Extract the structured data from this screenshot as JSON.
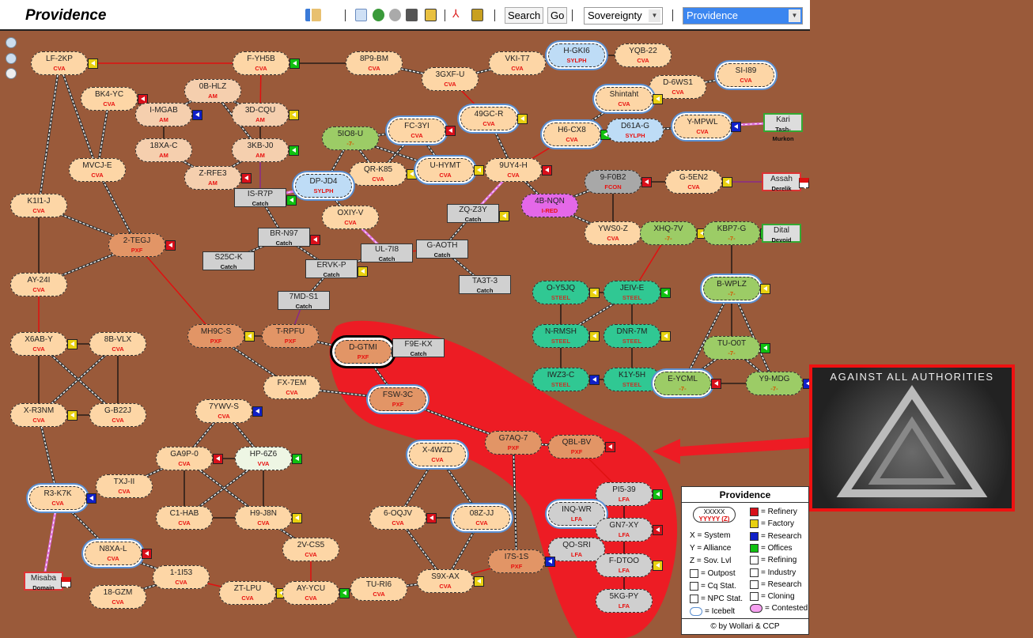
{
  "header": {
    "title": "Providence",
    "search_label": "Search",
    "go_label": "Go",
    "mode_select": "Sovereignty",
    "region_select": "Providence"
  },
  "toolbar_icons": [
    "back-icon",
    "table-icon",
    "list-icon",
    "globe-icon",
    "moon-icon",
    "grid-icon",
    "dotlan-icon",
    "pdf-icon",
    "image-icon"
  ],
  "side_tools": [
    "zoom-in-icon",
    "zoom-out-icon",
    "fit-icon"
  ],
  "colors": {
    "CVA": "#fdd6a6",
    "AM": "#f5cfae",
    "PXF": "#e29566",
    "SYLPH": "#bedcf6",
    "-7-": "#9ccc66",
    "STEEL": "#30c893",
    "LFA": "#cfcfcf",
    "FCON": "#a8a8a8",
    "I-RED": "#e468e8",
    "VVA": "#eef6e4",
    "Catch": "#d0d0d0",
    "refinery": "#d8101a",
    "factory": "#e8d010",
    "research": "#1020c8",
    "offices": "#10c010",
    "region_blob": "#ed1c24"
  },
  "nodes": [
    {
      "n": "LF-2KP",
      "a": "CVA",
      "s": "factory"
    },
    {
      "n": "F-YH5B",
      "a": "CVA",
      "s": "offices"
    },
    {
      "n": "8P9-BM",
      "a": "CVA"
    },
    {
      "n": "3GXF-U",
      "a": "CVA"
    },
    {
      "n": "VKI-T7",
      "a": "CVA"
    },
    {
      "n": "H-GKI6",
      "a": "SYLPH",
      "ice": true
    },
    {
      "n": "YQB-22",
      "a": "CVA"
    },
    {
      "n": "SI-I89",
      "a": "CVA",
      "ice": true
    },
    {
      "n": "D-6WS1",
      "a": "CVA"
    },
    {
      "n": "Shintaht",
      "a": "CVA",
      "s": "factory",
      "ice": true
    },
    {
      "n": "BK4-YC",
      "a": "CVA",
      "s": "refinery"
    },
    {
      "n": "0B-HLZ",
      "a": "AM"
    },
    {
      "n": "I-MGAB",
      "a": "AM",
      "s": "research"
    },
    {
      "n": "3D-CQU",
      "a": "AM",
      "s": "factory"
    },
    {
      "n": "49GC-R",
      "a": "CVA",
      "s": "factory",
      "ice": true
    },
    {
      "n": "H6-CX8",
      "a": "CVA",
      "s": "offices",
      "ice": true
    },
    {
      "n": "D61A-G",
      "a": "SYLPH"
    },
    {
      "n": "Y-MPWL",
      "a": "CVA",
      "s": "research",
      "ice": true
    },
    {
      "n": "5IO8-U",
      "a": "-7-"
    },
    {
      "n": "FC-3YI",
      "a": "CVA",
      "s": "refinery",
      "ice": true
    },
    {
      "n": "18XA-C",
      "a": "AM"
    },
    {
      "n": "3KB-J0",
      "a": "AM",
      "s": "offices"
    },
    {
      "n": "MVCJ-E",
      "a": "CVA"
    },
    {
      "n": "QR-K85",
      "a": "CVA",
      "s": "factory"
    },
    {
      "n": "U-HYMT",
      "a": "CVA",
      "s": "factory",
      "ice": true
    },
    {
      "n": "9UY4-H",
      "a": "CVA",
      "s": "refinery"
    },
    {
      "n": "Z-RFE3",
      "a": "AM",
      "s": "refinery"
    },
    {
      "n": "DP-JD4",
      "a": "SYLPH",
      "ice": true
    },
    {
      "n": "IS-R7P",
      "a": "Catch",
      "box": true,
      "s": "offices"
    },
    {
      "n": "9-F0B2",
      "a": "FCON",
      "s": "refinery"
    },
    {
      "n": "G-5EN2",
      "a": "CVA",
      "s": "factory"
    },
    {
      "n": "K1I1-J",
      "a": "CVA"
    },
    {
      "n": "4B-NQN",
      "a": "I-RED"
    },
    {
      "n": "ZQ-Z3Y",
      "a": "Catch",
      "box": true,
      "s": "factory"
    },
    {
      "n": "OXIY-V",
      "a": "CVA"
    },
    {
      "n": "YWS0-Z",
      "a": "CVA"
    },
    {
      "n": "XHQ-7V",
      "a": "-7-",
      "s": "factory"
    },
    {
      "n": "KBP7-G",
      "a": "-7-",
      "s": "offices"
    },
    {
      "n": "BR-N97",
      "a": "Catch",
      "box": true,
      "s": "refinery"
    },
    {
      "n": "2-TEGJ",
      "a": "PXF",
      "s": "refinery"
    },
    {
      "n": "UL-7I8",
      "a": "Catch",
      "box": true
    },
    {
      "n": "G-AOTH",
      "a": "Catch",
      "box": true
    },
    {
      "n": "S25C-K",
      "a": "Catch",
      "box": true
    },
    {
      "n": "ERVK-P",
      "a": "Catch",
      "box": true,
      "s": "factory"
    },
    {
      "n": "TA3T-3",
      "a": "Catch",
      "box": true
    },
    {
      "n": "AY-24I",
      "a": "CVA"
    },
    {
      "n": "B-WPLZ",
      "a": "-7-",
      "s": "factory",
      "ice": true
    },
    {
      "n": "O-Y5JQ",
      "a": "STEEL",
      "s": "factory"
    },
    {
      "n": "JEIV-E",
      "a": "STEEL",
      "s": "offices"
    },
    {
      "n": "7MD-S1",
      "a": "Catch",
      "box": true
    },
    {
      "n": "MH9C-S",
      "a": "PXF",
      "s": "factory"
    },
    {
      "n": "T-RPFU",
      "a": "PXF"
    },
    {
      "n": "D-GTMI",
      "a": "PXF",
      "s": "offices",
      "ring": true
    },
    {
      "n": "F9E-KX",
      "a": "Catch",
      "box": true
    },
    {
      "n": "X6AB-Y",
      "a": "CVA",
      "s": "factory"
    },
    {
      "n": "8B-VLX",
      "a": "CVA"
    },
    {
      "n": "N-RMSH",
      "a": "STEEL",
      "s": "factory"
    },
    {
      "n": "DNR-7M",
      "a": "STEEL",
      "s": "factory"
    },
    {
      "n": "TU-O0T",
      "a": "-7-",
      "s": "offices"
    },
    {
      "n": "FX-7EM",
      "a": "CVA"
    },
    {
      "n": "FSW-3C",
      "a": "PXF",
      "ice": true
    },
    {
      "n": "IWZ3-C",
      "a": "STEEL",
      "s": "research"
    },
    {
      "n": "K1Y-5H",
      "a": "STEEL",
      "s": "refinery"
    },
    {
      "n": "E-YCML",
      "a": "-7-",
      "s": "refinery",
      "ice": true
    },
    {
      "n": "Y9-MDG",
      "a": "-7-",
      "s": "research"
    },
    {
      "n": "X-R3NM",
      "a": "CVA",
      "s": "factory"
    },
    {
      "n": "G-B22J",
      "a": "CVA"
    },
    {
      "n": "7YWV-S",
      "a": "CVA",
      "s": "research"
    },
    {
      "n": "G7AQ-7",
      "a": "PXF"
    },
    {
      "n": "QBL-BV",
      "a": "PXF",
      "s": "refinery"
    },
    {
      "n": "X-4WZD",
      "a": "CVA",
      "ice": true
    },
    {
      "n": "GA9P-0",
      "a": "CVA",
      "s": "refinery"
    },
    {
      "n": "HP-6Z6",
      "a": "VVA",
      "s": "offices"
    },
    {
      "n": "TXJ-II",
      "a": "CVA"
    },
    {
      "n": "R3-K7K",
      "a": "CVA",
      "s": "research",
      "ice": true
    },
    {
      "n": "PI5-39",
      "a": "LFA",
      "s": "offices"
    },
    {
      "n": "INQ-WR",
      "a": "LFA",
      "ice": true
    },
    {
      "n": "6-OQJV",
      "a": "CVA",
      "s": "refinery"
    },
    {
      "n": "08Z-JJ",
      "a": "CVA",
      "ice": true
    },
    {
      "n": "C1-HAB",
      "a": "CVA"
    },
    {
      "n": "H9-J8N",
      "a": "CVA",
      "s": "factory"
    },
    {
      "n": "GN7-XY",
      "a": "LFA",
      "s": "refinery"
    },
    {
      "n": "QO-SRI",
      "a": "LFA"
    },
    {
      "n": "2V-CS5",
      "a": "CVA"
    },
    {
      "n": "N8XA-L",
      "a": "CVA",
      "s": "refinery",
      "ice": true
    },
    {
      "n": "I7S-1S",
      "a": "PXF",
      "s": "research"
    },
    {
      "n": "F-DTOO",
      "a": "LFA",
      "s": "factory"
    },
    {
      "n": "1-1I53",
      "a": "CVA"
    },
    {
      "n": "S9X-AX",
      "a": "CVA",
      "s": "factory"
    },
    {
      "n": "ZT-LPU",
      "a": "CVA",
      "s": "factory"
    },
    {
      "n": "AY-YCU",
      "a": "CVA",
      "s": "offices"
    },
    {
      "n": "TU-RI6",
      "a": "CVA"
    },
    {
      "n": "18-GZM",
      "a": "CVA"
    },
    {
      "n": "5KG-PY",
      "a": "LFA"
    },
    {
      "n": "Kari",
      "a": "Tash-Murkon",
      "npc": true
    },
    {
      "n": "Assah",
      "a": "Derelik",
      "npc": true,
      "red": true
    },
    {
      "n": "Dital",
      "a": "Devoid",
      "npc": true
    },
    {
      "n": "Misaba",
      "a": "Domain",
      "npc": true,
      "red": true
    }
  ],
  "edges": [
    [
      "LF-2KP",
      "F-YH5B",
      "r"
    ],
    [
      "F-YH5B",
      "8P9-BM",
      "s"
    ],
    [
      "8P9-BM",
      "3GXF-U",
      "d"
    ],
    [
      "3GXF-U",
      "VKI-T7",
      "d"
    ],
    [
      "VKI-T7",
      "H-GKI6",
      "d"
    ],
    [
      "H-GKI6",
      "YQB-22",
      "s"
    ],
    [
      "3GXF-U",
      "49GC-R",
      "r"
    ],
    [
      "49GC-R",
      "9UY4-H",
      "d"
    ],
    [
      "F-YH5B",
      "3D-CQU",
      "r"
    ],
    [
      "3D-CQU",
      "3KB-J0",
      "s"
    ],
    [
      "3D-CQU",
      "0B-HLZ",
      "d"
    ],
    [
      "0B-HLZ",
      "I-MGAB",
      "d"
    ],
    [
      "0B-HLZ",
      "3KB-J0",
      "d"
    ],
    [
      "I-MGAB",
      "18XA-C",
      "s"
    ],
    [
      "18XA-C",
      "Z-RFE3",
      "d"
    ],
    [
      "Z-RFE3",
      "3KB-J0",
      "d"
    ],
    [
      "3KB-J0",
      "IS-R7P",
      "p"
    ],
    [
      "IS-R7P",
      "DP-JD4",
      "k"
    ],
    [
      "IS-R7P",
      "BR-N97",
      "d"
    ],
    [
      "BR-N97",
      "S25C-K",
      "d"
    ],
    [
      "BR-N97",
      "ERVK-P",
      "d"
    ],
    [
      "ERVK-P",
      "UL-7I8",
      "d"
    ],
    [
      "ERVK-P",
      "7MD-S1",
      "d"
    ],
    [
      "7MD-S1",
      "T-RPFU",
      "p"
    ],
    [
      "UL-7I8",
      "G-AOTH",
      "r"
    ],
    [
      "UL-7I8",
      "OXIY-V",
      "k"
    ],
    [
      "G-AOTH",
      "ZQ-Z3Y",
      "d"
    ],
    [
      "G-AOTH",
      "TA3T-3",
      "d"
    ],
    [
      "ZQ-Z3Y",
      "9UY4-H",
      "k"
    ],
    [
      "DP-JD4",
      "5IO8-U",
      "d"
    ],
    [
      "DP-JD4",
      "QR-K85",
      "d"
    ],
    [
      "DP-JD4",
      "OXIY-V",
      "d"
    ],
    [
      "5IO8-U",
      "FC-3YI",
      "d"
    ],
    [
      "5IO8-U",
      "QR-K85",
      "d"
    ],
    [
      "5IO8-U",
      "U-HYMT",
      "d"
    ],
    [
      "FC-3YI",
      "QR-K85",
      "d"
    ],
    [
      "FC-3YI",
      "U-HYMT",
      "d"
    ],
    [
      "QR-K85",
      "U-HYMT",
      "d"
    ],
    [
      "U-HYMT",
      "9UY4-H",
      "r"
    ],
    [
      "9UY4-H",
      "H6-CX8",
      "r"
    ],
    [
      "9UY4-H",
      "4B-NQN",
      "d"
    ],
    [
      "H6-CX8",
      "Shintaht",
      "d"
    ],
    [
      "Shintaht",
      "D-6WS1",
      "d"
    ],
    [
      "D-6WS1",
      "SI-I89",
      "d"
    ],
    [
      "H6-CX8",
      "D61A-G",
      "d"
    ],
    [
      "D61A-G",
      "Y-MPWL",
      "d"
    ],
    [
      "Y-MPWL",
      "Kari",
      "k"
    ],
    [
      "4B-NQN",
      "9-F0B2",
      "d"
    ],
    [
      "4B-NQN",
      "YWS0-Z",
      "d"
    ],
    [
      "9-F0B2",
      "YWS0-Z",
      "s"
    ],
    [
      "9-F0B2",
      "G-5EN2",
      "s"
    ],
    [
      "G-5EN2",
      "Assah",
      "p"
    ],
    [
      "YWS0-Z",
      "XHQ-7V",
      "r"
    ],
    [
      "XHQ-7V",
      "KBP7-G",
      "s"
    ],
    [
      "KBP7-G",
      "Dital",
      "p"
    ],
    [
      "KBP7-G",
      "B-WPLZ",
      "s"
    ],
    [
      "XHQ-7V",
      "JEIV-E",
      "r"
    ],
    [
      "B-WPLZ",
      "TU-O0T",
      "s"
    ],
    [
      "B-WPLZ",
      "E-YCML",
      "d"
    ],
    [
      "B-WPLZ",
      "Y9-MDG",
      "d"
    ],
    [
      "TU-O0T",
      "E-YCML",
      "d"
    ],
    [
      "TU-O0T",
      "Y9-MDG",
      "d"
    ],
    [
      "E-YCML",
      "Y9-MDG",
      "s"
    ],
    [
      "O-Y5JQ",
      "JEIV-E",
      "s"
    ],
    [
      "O-Y5JQ",
      "N-RMSH",
      "s"
    ],
    [
      "JEIV-E",
      "N-RMSH",
      "d"
    ],
    [
      "JEIV-E",
      "DNR-7M",
      "s"
    ],
    [
      "N-RMSH",
      "IWZ3-C",
      "s"
    ],
    [
      "DNR-7M",
      "K1Y-5H",
      "s"
    ],
    [
      "IWZ3-C",
      "K1Y-5H",
      "s"
    ],
    [
      "LF-2KP",
      "K1I1-J",
      "d"
    ],
    [
      "LF-2KP",
      "MVCJ-E",
      "d"
    ],
    [
      "BK4-YC",
      "MVCJ-E",
      "d"
    ],
    [
      "MVCJ-E",
      "2-TEGJ",
      "d"
    ],
    [
      "K1I1-J",
      "2-TEGJ",
      "d"
    ],
    [
      "K1I1-J",
      "AY-24I",
      "s"
    ],
    [
      "AY-24I",
      "2-TEGJ",
      "d"
    ],
    [
      "2-TEGJ",
      "MH9C-S",
      "r"
    ],
    [
      "AY-24I",
      "X6AB-Y",
      "r"
    ],
    [
      "X6AB-Y",
      "8B-VLX",
      "s"
    ],
    [
      "X6AB-Y",
      "X-R3NM",
      "s"
    ],
    [
      "8B-VLX",
      "G-B22J",
      "s"
    ],
    [
      "X-R3NM",
      "G-B22J",
      "s"
    ],
    [
      "X6AB-Y",
      "G-B22J",
      "d"
    ],
    [
      "8B-VLX",
      "X-R3NM",
      "d"
    ],
    [
      "X-R3NM",
      "R3-K7K",
      "d"
    ],
    [
      "R3-K7K",
      "Misaba",
      "k"
    ],
    [
      "R3-K7K",
      "N8XA-L",
      "d"
    ],
    [
      "N8XA-L",
      "1-1I53",
      "d"
    ],
    [
      "1-1I53",
      "18-GZM",
      "d"
    ],
    [
      "1-1I53",
      "ZT-LPU",
      "r"
    ],
    [
      "ZT-LPU",
      "AY-YCU",
      "s"
    ],
    [
      "AY-YCU",
      "2V-CS5",
      "r"
    ],
    [
      "AY-YCU",
      "TU-RI6",
      "d"
    ],
    [
      "TU-RI6",
      "S9X-AX",
      "d"
    ],
    [
      "S9X-AX",
      "6-OQJV",
      "d"
    ],
    [
      "S9X-AX",
      "08Z-JJ",
      "d"
    ],
    [
      "S9X-AX",
      "I7S-1S",
      "r"
    ],
    [
      "6-OQJV",
      "08Z-JJ",
      "s"
    ],
    [
      "X-4WZD",
      "6-OQJV",
      "d"
    ],
    [
      "X-4WZD",
      "08Z-JJ",
      "d"
    ],
    [
      "I7S-1S",
      "G7AQ-7",
      "d"
    ],
    [
      "MH9C-S",
      "T-RPFU",
      "s"
    ],
    [
      "MH9C-S",
      "FX-7EM",
      "d"
    ],
    [
      "T-RPFU",
      "D-GTMI",
      "d"
    ],
    [
      "D-GTMI",
      "F9E-KX",
      "k"
    ],
    [
      "D-GTMI",
      "FSW-3C",
      "d"
    ],
    [
      "FX-7EM",
      "FSW-3C",
      "d"
    ],
    [
      "FSW-3C",
      "G7AQ-7",
      "d"
    ],
    [
      "G7AQ-7",
      "QBL-BV",
      "d"
    ],
    [
      "QBL-BV",
      "PI5-39",
      "r"
    ],
    [
      "PI5-39",
      "INQ-WR",
      "d"
    ],
    [
      "PI5-39",
      "GN7-XY",
      "s"
    ],
    [
      "INQ-WR",
      "GN7-XY",
      "d"
    ],
    [
      "GN7-XY",
      "QO-SRI",
      "d"
    ],
    [
      "GN7-XY",
      "F-DTOO",
      "s"
    ],
    [
      "F-DTOO",
      "5KG-PY",
      "s"
    ],
    [
      "7YWV-S",
      "GA9P-0",
      "d"
    ],
    [
      "7YWV-S",
      "HP-6Z6",
      "d"
    ],
    [
      "GA9P-0",
      "HP-6Z6",
      "s"
    ],
    [
      "GA9P-0",
      "TXJ-II",
      "d"
    ],
    [
      "GA9P-0",
      "C1-HAB",
      "s"
    ],
    [
      "GA9P-0",
      "H9-J8N",
      "d"
    ],
    [
      "HP-6Z6",
      "C1-HAB",
      "d"
    ],
    [
      "HP-6Z6",
      "H9-J8N",
      "s"
    ],
    [
      "C1-HAB",
      "H9-J8N",
      "s"
    ],
    [
      "H9-J8N",
      "2V-CS5",
      "d"
    ]
  ],
  "legend": {
    "title": "Providence",
    "sample_system": "XXXXX",
    "sample_alliance": "YYYYY (Z)",
    "left": [
      "X  = System",
      "Y  = Alliance",
      "Z  = Sov. Lvl",
      "= Outpost",
      "= Cq Stat.",
      "= NPC Stat.",
      "= Icebelt"
    ],
    "right": [
      "= Refinery",
      "= Factory",
      "= Research",
      "= Offices",
      "= Refining",
      "= Industry",
      "= Research",
      "= Cloning",
      "= Contested"
    ],
    "footer": "© by Wollari & CCP"
  },
  "banner": {
    "text": "AGAINST ALL AUTHORITIES"
  }
}
